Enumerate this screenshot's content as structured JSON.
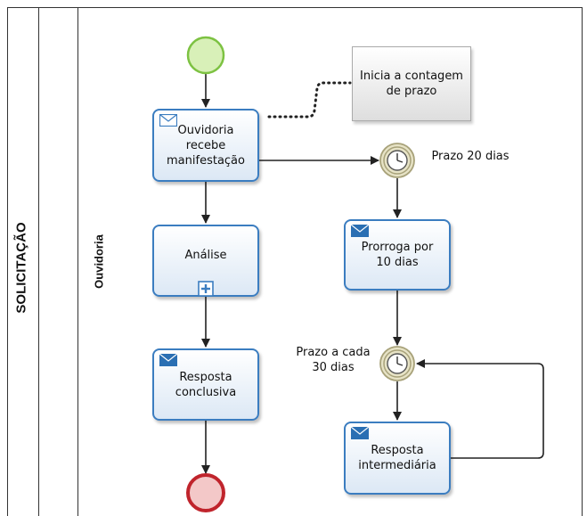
{
  "pool": {
    "label": "SOLICITAÇÃO"
  },
  "lane": {
    "label": "Ouvidoria"
  },
  "tasks": {
    "receive": "Ouvidoria\nrecebe\nmanifestação",
    "analysis": "Análise",
    "conclusive": "Resposta\nconclusiva",
    "extend": "Prorroga por\n10 dias",
    "intermediate": "Resposta\nintermediária"
  },
  "annotation": {
    "text": "Inicia a contagem\nde prazo"
  },
  "timers": {
    "t20": "Prazo 20 dias",
    "t30": "Prazo a cada\n30 dias"
  },
  "colors": {
    "task_border": "#3b7dc0",
    "start_event": "#7dc242",
    "end_event": "#c0242c",
    "timer": "#b8b48a"
  },
  "icons": {
    "message": "envelope-icon",
    "timer": "clock-icon",
    "subprocess": "plus-icon"
  }
}
